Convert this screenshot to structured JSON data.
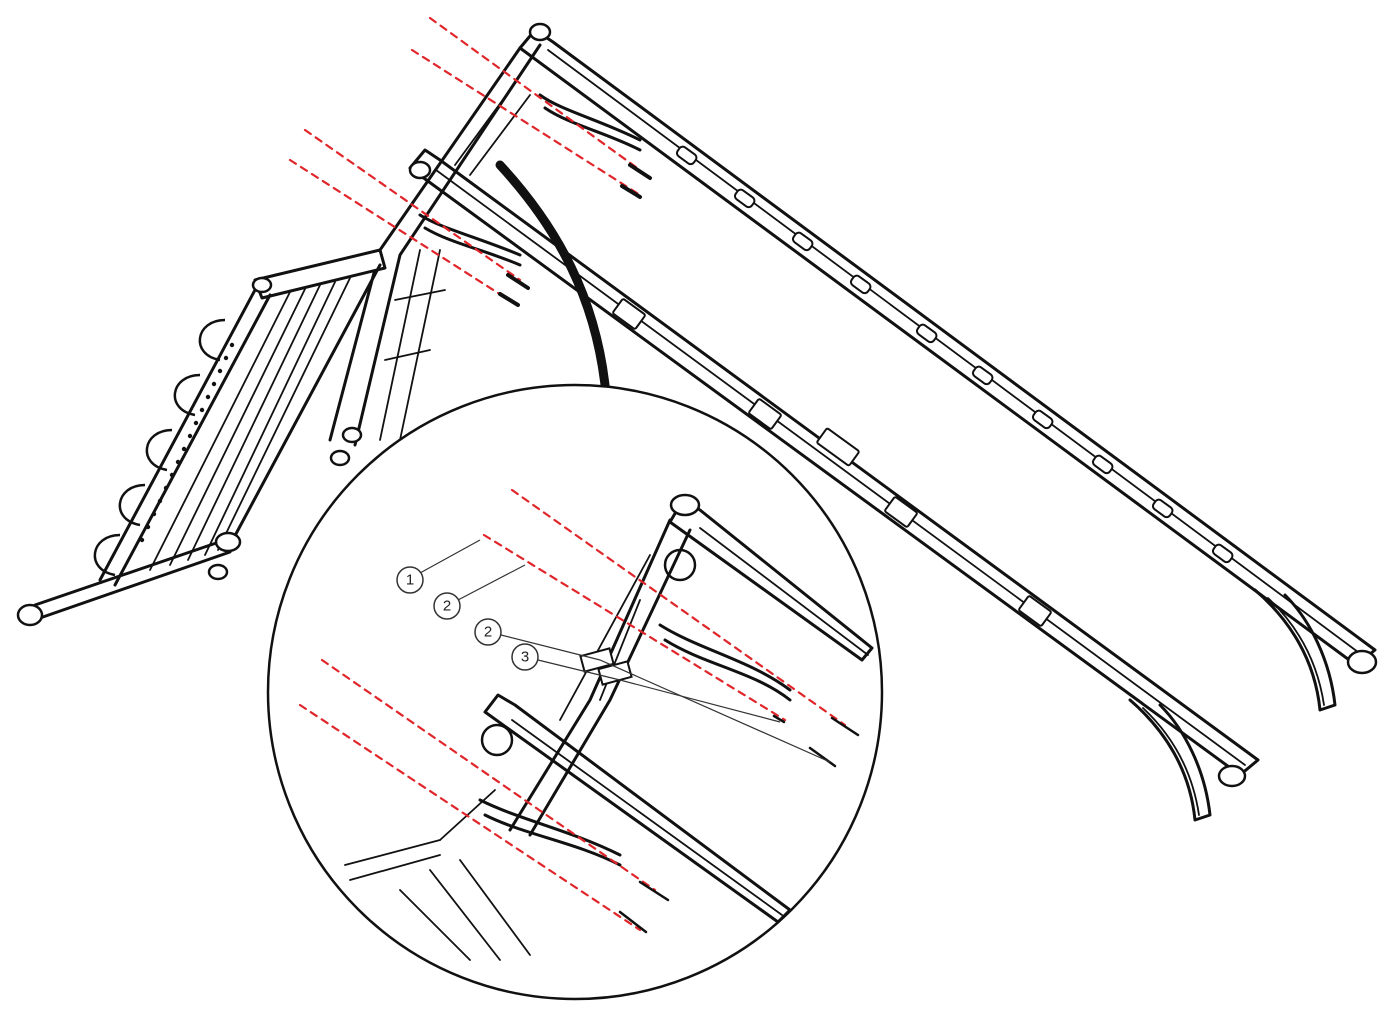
{
  "diagram": {
    "kind": "exploded-assembly-illustration",
    "accent_color": "#e0262a",
    "line_color": "#111111",
    "callouts": [
      {
        "id": "c1",
        "label": "1"
      },
      {
        "id": "c2a",
        "label": "2"
      },
      {
        "id": "c2b",
        "label": "2"
      },
      {
        "id": "c3",
        "label": "3"
      }
    ]
  }
}
